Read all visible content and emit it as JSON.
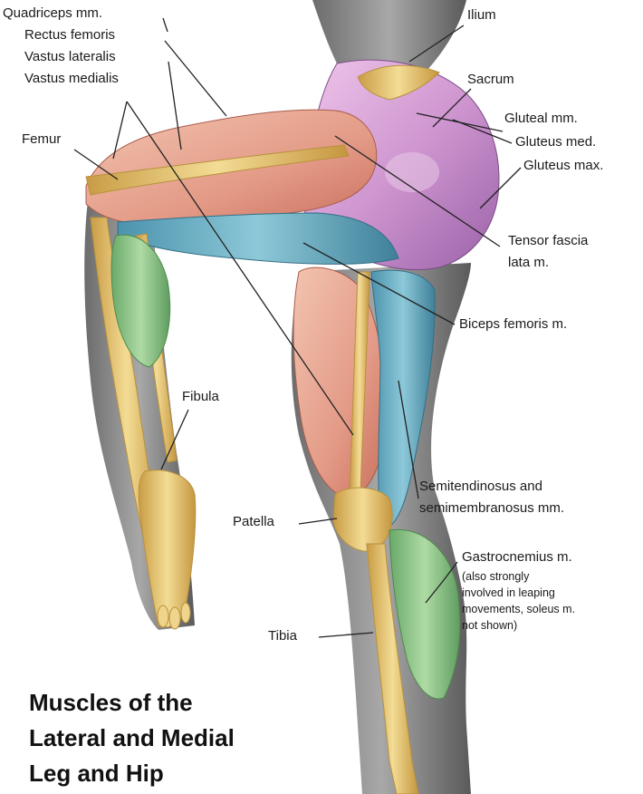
{
  "figure": {
    "title_lines": [
      "Muscles of the",
      "Lateral and Medial",
      "Leg and Hip"
    ]
  },
  "labels": {
    "quadriceps": "Quadriceps mm.",
    "rectus_femoris": "Rectus femoris",
    "vastus_lateralis": "Vastus lateralis",
    "vastus_medialis": "Vastus medialis",
    "femur": "Femur",
    "ilium": "Ilium",
    "sacrum": "Sacrum",
    "gluteal": "Gluteal mm.",
    "gluteus_med": "Gluteus med.",
    "gluteus_max": "Gluteus max.",
    "tensor_fascia_1": "Tensor fascia",
    "tensor_fascia_2": "lata m.",
    "biceps_femoris": "Biceps femoris m.",
    "fibula": "Fibula",
    "semitendinosus_1": "Semitendinosus and",
    "semitendinosus_2": "semimembranosus mm.",
    "patella": "Patella",
    "gastrocnemius": "Gastrocnemius m.",
    "gastro_note_1": "(also strongly",
    "gastro_note_2": "involved in leaping",
    "gastro_note_3": "movements, soleus m.",
    "gastro_note_4": "not shown)",
    "tibia": "Tibia"
  },
  "colors": {
    "skin": "#8f8f8f",
    "skin_shadow": "#5e5e5e",
    "bone": "#e8c878",
    "bone_edge": "#b8913e",
    "quadriceps": "#e6a08a",
    "gluteal": "#c790c9",
    "hamstring": "#6fb0c6",
    "calf": "#8fc98a",
    "leader_line": "#222222"
  }
}
